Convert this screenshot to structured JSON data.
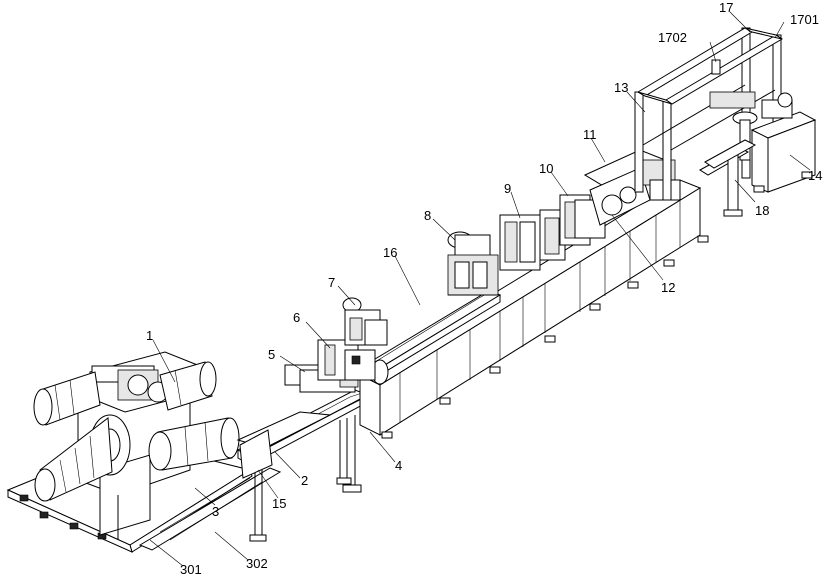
{
  "figure": {
    "description_free": true,
    "labels": {
      "l1": "1",
      "l2": "2",
      "l3": "3",
      "l301": "301",
      "l302": "302",
      "l4": "4",
      "l5": "5",
      "l6": "6",
      "l7": "7",
      "l8": "8",
      "l9": "9",
      "l10": "10",
      "l11": "11",
      "l12": "12",
      "l13": "13",
      "l14": "14",
      "l15": "15",
      "l16": "16",
      "l17": "17",
      "l18": "18",
      "l1701": "1701",
      "l1702": "1702"
    }
  }
}
